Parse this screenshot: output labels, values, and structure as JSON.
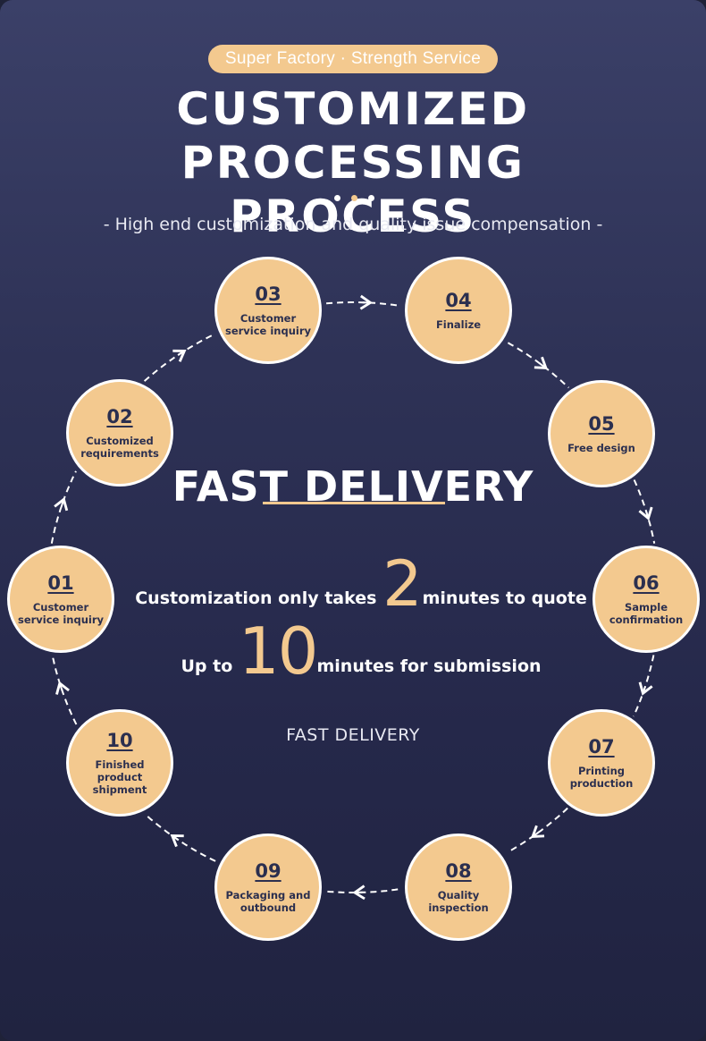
{
  "header": {
    "tag": "Super Factory · Strength Service",
    "title_line1": "CUSTOMIZED PROCESSING",
    "title_line2": "PROCESS",
    "subtitle": "- High end customization and quality issue compensation -"
  },
  "center": {
    "headline": "FAST DELIVERY",
    "quote_prefix": "Customization only takes",
    "quote_number": "2",
    "quote_suffix": "minutes to quote",
    "submit_prefix": "Up to",
    "submit_number": "10",
    "submit_suffix": "minutes for submission",
    "footer": "FAST DELIVERY"
  },
  "steps": [
    {
      "num": "01",
      "label": "Customer service inquiry"
    },
    {
      "num": "02",
      "label": "Customized requirements"
    },
    {
      "num": "03",
      "label": "Customer service inquiry"
    },
    {
      "num": "04",
      "label": "Finalize"
    },
    {
      "num": "05",
      "label": "Free design"
    },
    {
      "num": "06",
      "label": "Sample confirmation"
    },
    {
      "num": "07",
      "label": "Printing production"
    },
    {
      "num": "08",
      "label": "Quality inspection"
    },
    {
      "num": "09",
      "label": "Packaging and outbound"
    },
    {
      "num": "10",
      "label": "Finished product shipment"
    }
  ],
  "colors": {
    "accent": "#f3c98f",
    "background": "#2e3256",
    "node_text": "#2b2f4f"
  }
}
